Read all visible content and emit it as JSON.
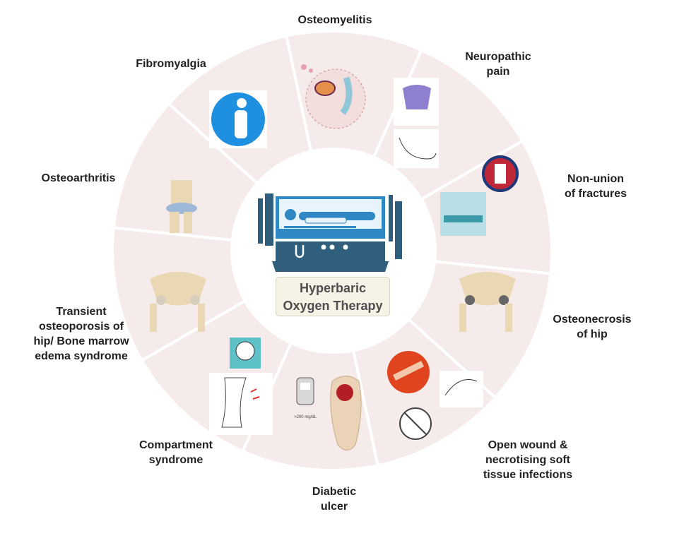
{
  "center": {
    "title": "Hyperbaric\nOxygen Therapy"
  },
  "conditions": [
    {
      "label": "Osteomyelitis",
      "icon": "bacteria-bone-icon"
    },
    {
      "label": "Neuropathic\npain",
      "icon": "pelvis-foot-nerve-icon"
    },
    {
      "label": "Non-union\nof fractures",
      "icon": "fractured-bone-icon"
    },
    {
      "label": "Osteonecrosis\nof hip",
      "icon": "hip-necrosis-icon"
    },
    {
      "label": "Open wound &\nnecrotising soft\ntissue infections",
      "icon": "wound-infection-icon"
    },
    {
      "label": "Diabetic\nulcer",
      "icon": "diabetic-foot-icon"
    },
    {
      "label": "Compartment\nsyndrome",
      "icon": "leg-pressure-icon"
    },
    {
      "label": "Transient\nosteoporosis of\nhip/ Bone marrow\nedema syndrome",
      "icon": "pelvis-icon"
    },
    {
      "label": "Osteoarthritis",
      "icon": "knee-joint-icon"
    },
    {
      "label": "Fibromyalgia",
      "icon": "body-pain-icon"
    }
  ],
  "glucose_reading": ">200\nmg/dL",
  "colors": {
    "ring": "#f6ebeb",
    "chamber": "#2f5f7c",
    "chamber_light": "#2f87c4",
    "box": "#f7f2e6"
  }
}
